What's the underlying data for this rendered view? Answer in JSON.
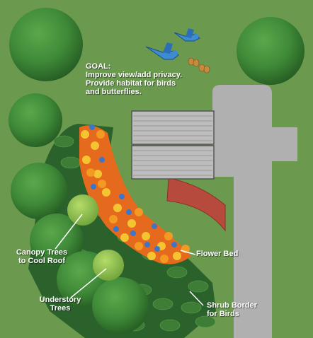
{
  "colors": {
    "lawn": "#6b9a4f",
    "tree_dark": "#2f6c2c",
    "tree_mid": "#3f8a38",
    "tree_light": "#5aa84b",
    "understory": "#8cc24e",
    "shrub": "#2a5e2a",
    "roof_gray": "#b9b9b9",
    "driveway": "#b0b0b0",
    "walk": "#b64a3d",
    "flower_orange": "#f29a22",
    "flower_yellow": "#f6c431",
    "flower_blue": "#3d76c9",
    "bird_blue": "#3f8bd0",
    "butterfly": "#c98a3d"
  },
  "labels": {
    "goal": [
      "GOAL:",
      "Improve view/add privacy.",
      "Provide habitat for birds",
      "and butterflies."
    ],
    "canopy": [
      "Canopy Trees",
      "to Cool Roof"
    ],
    "understory": [
      "Understory",
      "Trees"
    ],
    "flower_bed": "Flower Bed",
    "shrub_border": [
      "Shrub Border",
      "for Birds"
    ]
  },
  "icons": [
    "bird-icon",
    "butterfly-icon"
  ]
}
